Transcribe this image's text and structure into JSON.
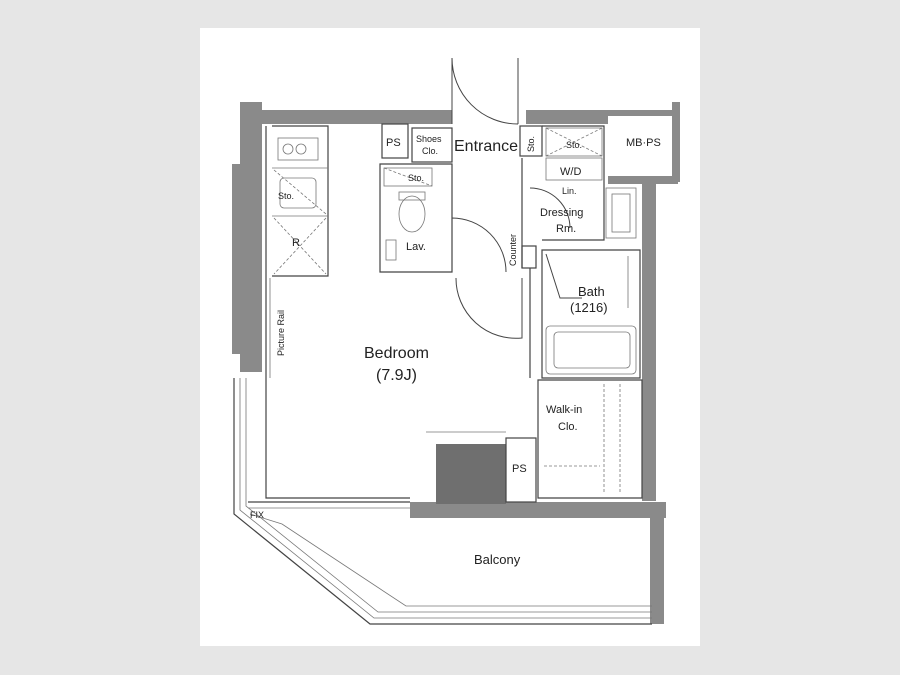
{
  "rooms": {
    "bedroom": {
      "name": "Bedroom",
      "size": "(7.9J)"
    },
    "entrance": "Entrance",
    "bath": {
      "name": "Bath",
      "size": "(1216)"
    },
    "lavatory": "Lav.",
    "dressing": {
      "line1": "Dressing",
      "line2": "Rm."
    },
    "walkin": {
      "line1": "Walk-in",
      "line2": "Clo."
    },
    "balcony": "Balcony",
    "shoes": {
      "line1": "Shoes",
      "line2": "Clo."
    }
  },
  "labels": {
    "ps_top": "PS",
    "ps_bottom": "PS",
    "mbps": "MB·PS",
    "sto_kitchen": "Sto.",
    "sto_lav": "Sto.",
    "sto_entrance": "Sto.",
    "sto_top_right": "Sto.",
    "fridge": "R",
    "wd": "W/D",
    "lin": "Lin.",
    "counter": "Counter",
    "picture_rail": "Picture Rail",
    "fix": "FIX"
  }
}
